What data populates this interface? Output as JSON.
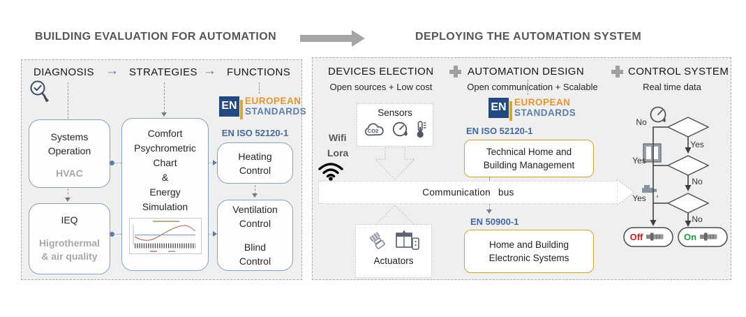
{
  "titles": {
    "left": "BUILDING EVALUATION FOR AUTOMATION",
    "right": "DEPLOYING THE AUTOMATION SYSTEM"
  },
  "icons": {
    "arrow_right": "→"
  },
  "logo": {
    "mark": "EN",
    "word1": "EUROPEAN",
    "word2": "STANDARDS"
  },
  "left_panel": {
    "headers": [
      "DIAGNOSIS",
      "STRATEGIES",
      "FUNCTIONS"
    ],
    "systems_box": {
      "title1": "Systems",
      "title2": "Operation",
      "subtitle": "HVAC"
    },
    "ieq_box": {
      "title": "IEQ",
      "subtitle1": "Higrothermal",
      "subtitle2": "& air quality"
    },
    "comfort_box": {
      "lines": [
        "Comfort",
        "Psychrometric",
        "Chart",
        "&",
        "Energy",
        "Simulation"
      ]
    },
    "standard": "EN ISO 52120-1",
    "heating_box": {
      "line1": "Heating",
      "line2": "Control"
    },
    "ventilation_box": {
      "line1": "Ventilation",
      "line2": "Control",
      "line3": "Blind",
      "line4": "Control"
    }
  },
  "right_panel": {
    "columns": [
      {
        "title": "DEVICES ELECTION",
        "subtitle": "Open sources + Low cost"
      },
      {
        "title": "AUTOMATION DESIGN",
        "subtitle": "Open communication + Scalable"
      },
      {
        "title": "CONTROL SYSTEM",
        "subtitle": "Real time data"
      }
    ],
    "wifi": "Wifi",
    "lora": "Lora",
    "sensors_label": "Sensors",
    "co2": "CO2",
    "bus_label": "Communication bus",
    "actuators_label": "Actuators",
    "standard1": "EN ISO 52120-1",
    "tech_box": {
      "line1": "Technical Home and",
      "line2": "Building Management"
    },
    "standard2": "EN 50900-1",
    "home_box": {
      "line1": "Home and Building",
      "line2": "Electronic Systems"
    },
    "flow": {
      "no1": "No",
      "yes1": "Yes",
      "yes2": "Yes",
      "no2": "No",
      "yes3": "Yes",
      "no3": "No",
      "off": "Off",
      "on": "On"
    }
  },
  "colors": {
    "standard_blue": "#44689d",
    "gold_border": "#cfa22b",
    "off_red": "#cc1d1d",
    "on_green": "#1e9e3e",
    "logo_orange": "#e6952e",
    "logo_slate": "#5b7fa6",
    "panel_bg": "#efefef",
    "arrow_gray": "#a6a6a6"
  }
}
